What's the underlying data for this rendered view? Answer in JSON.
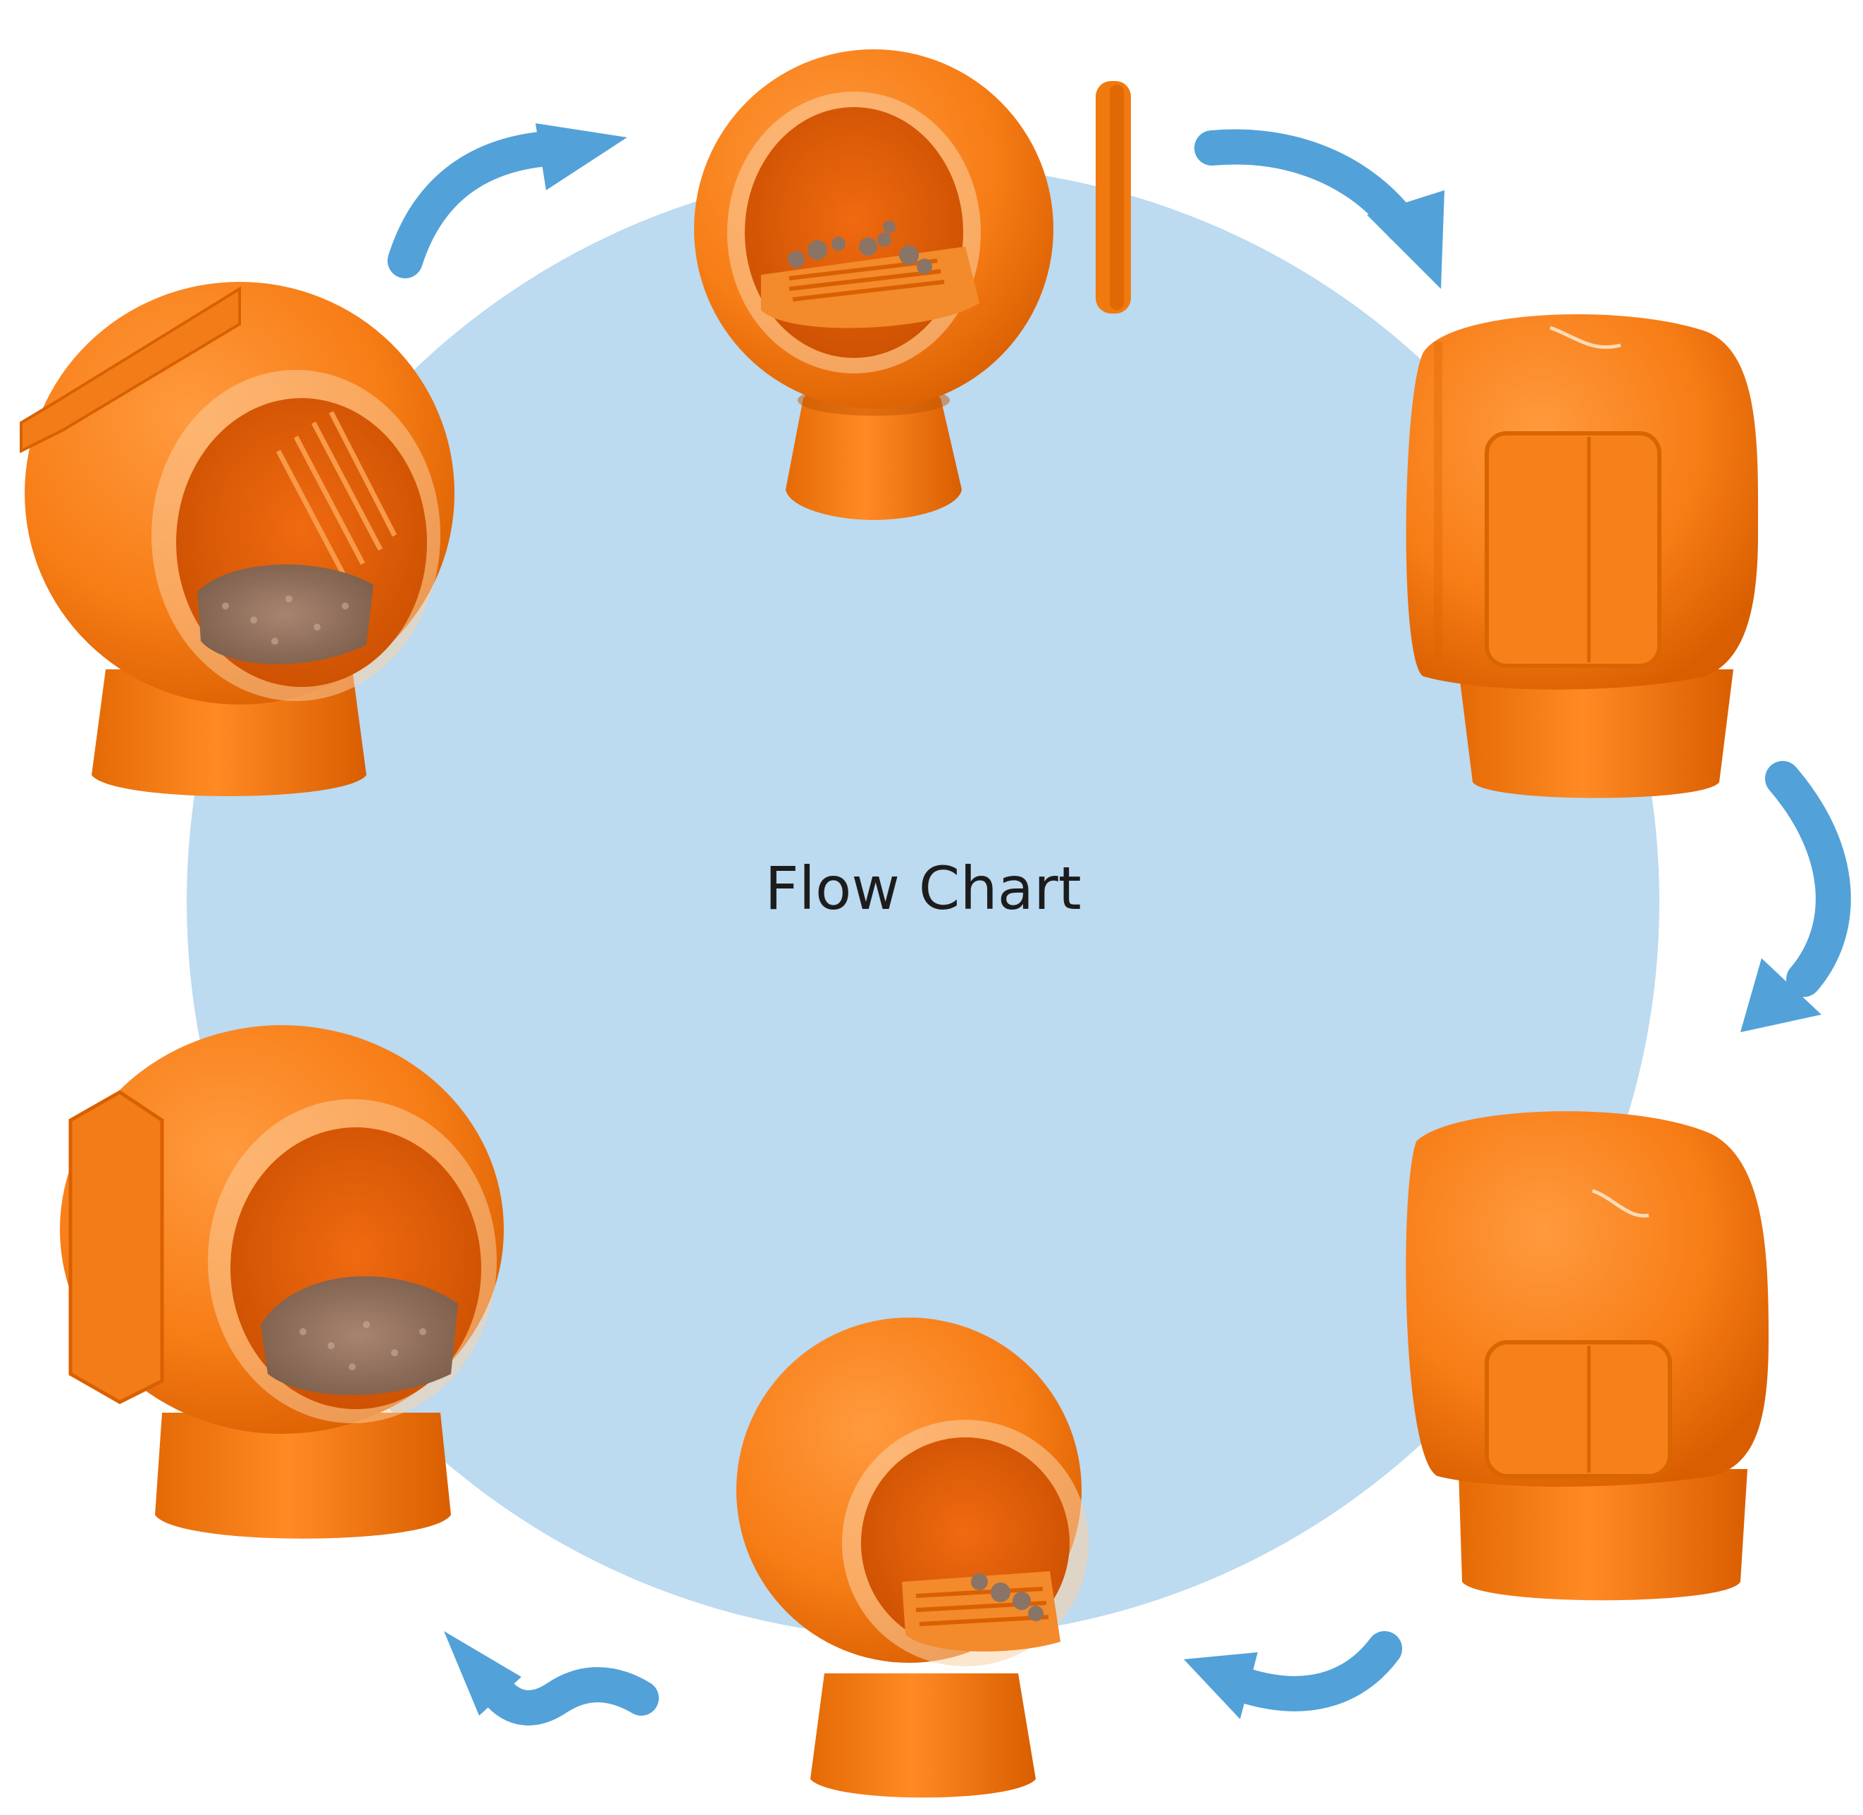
{
  "diagram": {
    "title": "Flow Chart",
    "colors": {
      "background": "#ffffff",
      "circle": "#bcdaf0",
      "arrow": "#52a1d9",
      "orange_light": "#ff9a3e",
      "orange": "#f77d16",
      "orange_dark": "#d95e00",
      "interior": "#e8600b",
      "litter": "#9c7a62",
      "scratch": "#fff0dc"
    },
    "steps": [
      {
        "view": "front-open-pebbles",
        "icon": "litter-globe-open-icon"
      },
      {
        "view": "back-closed",
        "icon": "litter-globe-back-icon"
      },
      {
        "view": "back-closed-low",
        "icon": "litter-globe-back-icon"
      },
      {
        "view": "front-rolled",
        "icon": "litter-globe-rolled-icon"
      },
      {
        "view": "side-open-litter",
        "icon": "litter-globe-side-icon"
      },
      {
        "view": "side-open-litter-raised",
        "icon": "litter-globe-side-icon"
      }
    ],
    "arrows": [
      {
        "from": 0,
        "to": 1,
        "icon": "curved-arrow-icon"
      },
      {
        "from": 1,
        "to": 2,
        "icon": "curved-arrow-icon"
      },
      {
        "from": 2,
        "to": 3,
        "icon": "curved-arrow-icon"
      },
      {
        "from": 3,
        "to": 4,
        "icon": "wavy-arrow-icon"
      },
      {
        "from": 5,
        "to": 0,
        "icon": "curved-arrow-icon"
      }
    ]
  }
}
